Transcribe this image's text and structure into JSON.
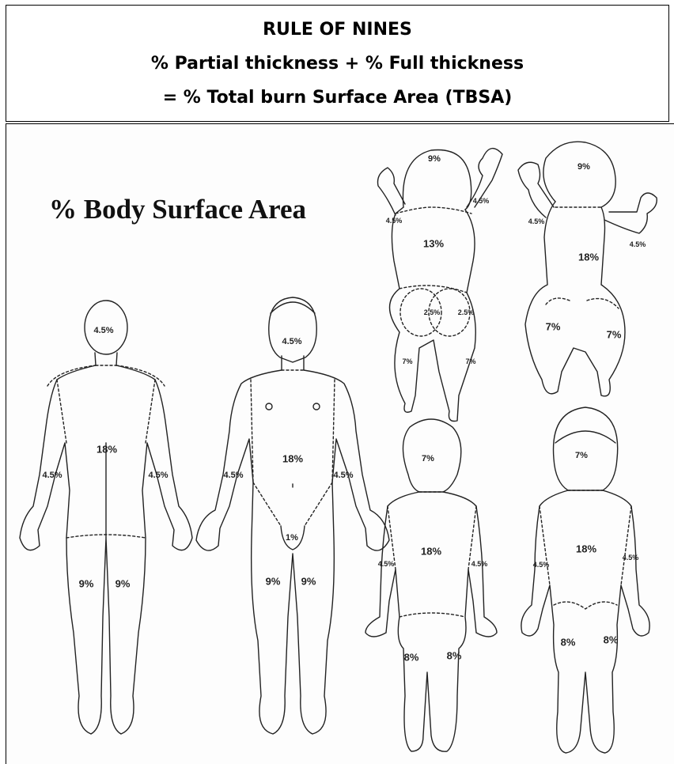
{
  "header": {
    "line1": "RULE OF NINES",
    "line2": "% Partial thickness + % Full thickness",
    "line3": "= % Total burn Surface Area (TBSA)"
  },
  "diagram": {
    "title": "% Body Surface Area",
    "adult_back": {
      "head": "4.5%",
      "trunk": "18%",
      "arm_left": "4.5%",
      "arm_right": "4.5%",
      "leg_left": "9%",
      "leg_right": "9%"
    },
    "adult_front": {
      "head": "4.5%",
      "trunk": "18%",
      "arm_left": "4.5%",
      "arm_right": "4.5%",
      "genitals": "1%",
      "leg_left": "9%",
      "leg_right": "9%"
    },
    "infant_back": {
      "head": "9%",
      "trunk": "13%",
      "arm_left": "4.5%",
      "arm_right": "4.5%",
      "buttock_left": "2.5%",
      "buttock_right": "2.5%",
      "leg_left": "7%",
      "leg_right": "7%"
    },
    "infant_front": {
      "head": "9%",
      "trunk": "18%",
      "arm_left": "4.5%",
      "arm_right": "4.5%",
      "leg_left": "7%",
      "leg_right": "7%"
    },
    "child_back": {
      "head": "7%",
      "trunk": "18%",
      "arm_left": "4.5%",
      "arm_right": "4.5%",
      "leg_left": "8%",
      "leg_right": "8%"
    },
    "child_front": {
      "head": "7%",
      "trunk": "18%",
      "arm_left": "4.5%",
      "arm_right": "4.5%",
      "leg_left": "8%",
      "leg_right": "8%"
    }
  }
}
